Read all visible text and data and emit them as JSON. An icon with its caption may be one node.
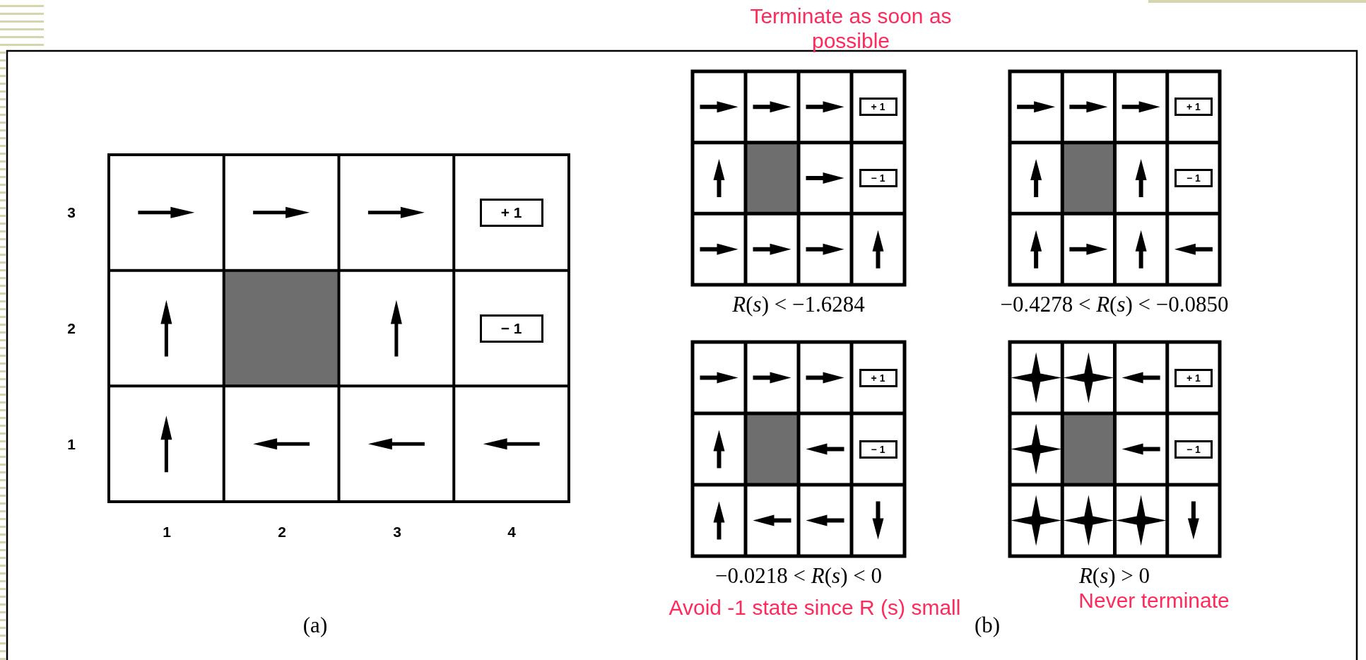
{
  "diagram": {
    "nodes": [
      {
        "text": [
          "+ 1"
        ]
      },
      {
        "text": [
          "− 1"
        ]
      },
      {
        "text": [
          "+ 1"
        ]
      },
      {
        "text": [
          "− 1"
        ]
      },
      {
        "text": [
          "+ 1"
        ]
      },
      {
        "text": [
          "− 1"
        ]
      },
      {
        "text": [
          "+ 1"
        ]
      },
      {
        "text": [
          "− 1"
        ]
      },
      {
        "text": [
          "+ 1"
        ]
      },
      {
        "text": [
          "− 1"
        ]
      }
    ],
    "edges": [],
    "labels": [
      "Terminate as soon as possible",
      "3",
      "2",
      "1",
      "1",
      "2",
      "3",
      "4",
      "*R*(*s*) < −1.6284",
      "−0.4278 < *R*(*s*) < −0.0850",
      "−0.0218 < *R*(*s*) < 0",
      "*R*(*s*) > 0",
      "Avoid -1 state since R (s) small",
      "Never terminate",
      "(a)",
      "(b)"
    ]
  }
}
